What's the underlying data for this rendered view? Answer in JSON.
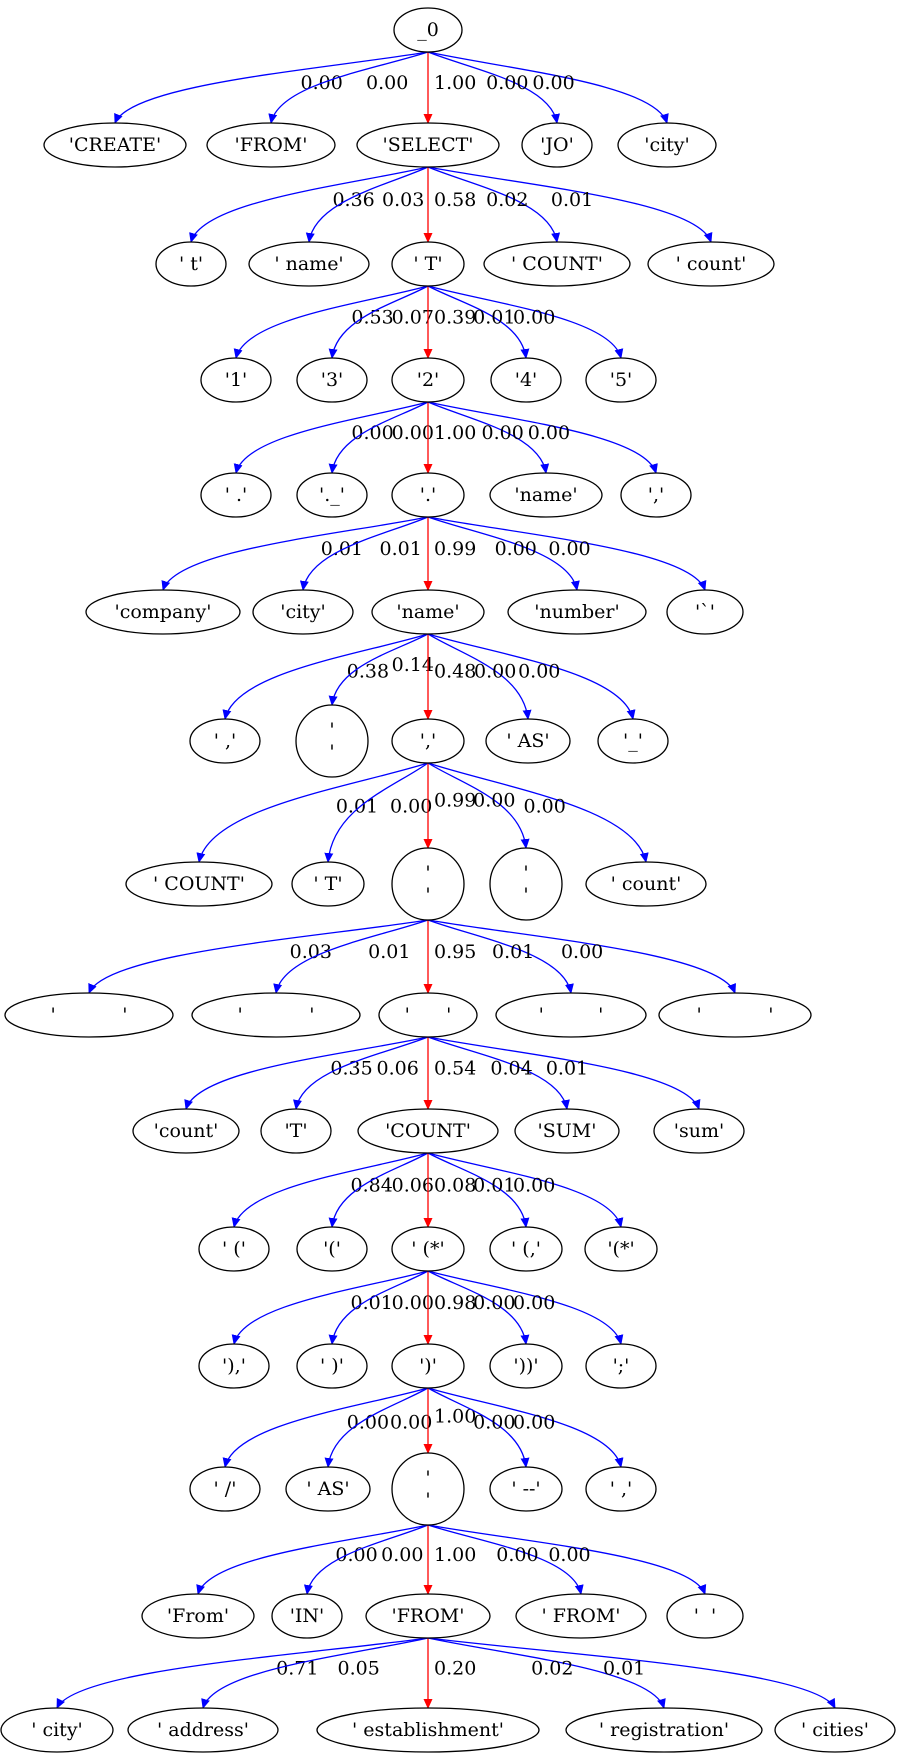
{
  "colors": {
    "chosen": "#ff0000",
    "alternative": "#0000ff"
  },
  "nodes": [
    {
      "id": "n0",
      "label": "_0"
    },
    {
      "id": "n1a",
      "label": "'CREATE'"
    },
    {
      "id": "n1b",
      "label": "'FROM'"
    },
    {
      "id": "n1c",
      "label": "'SELECT'"
    },
    {
      "id": "n1d",
      "label": "'JO'"
    },
    {
      "id": "n1e",
      "label": "'city'"
    },
    {
      "id": "n2a",
      "label": "' t'"
    },
    {
      "id": "n2b",
      "label": "' name'"
    },
    {
      "id": "n2c",
      "label": "' T'"
    },
    {
      "id": "n2d",
      "label": "' COUNT'"
    },
    {
      "id": "n2e",
      "label": "' count'"
    },
    {
      "id": "n3a",
      "label": "'1'"
    },
    {
      "id": "n3b",
      "label": "'3'"
    },
    {
      "id": "n3c",
      "label": "'2'"
    },
    {
      "id": "n3d",
      "label": "'4'"
    },
    {
      "id": "n3e",
      "label": "'5'"
    },
    {
      "id": "n4a",
      "label": "' .'"
    },
    {
      "id": "n4b",
      "label": "'._'"
    },
    {
      "id": "n4c",
      "label": "'.'"
    },
    {
      "id": "n4d",
      "label": "'name'"
    },
    {
      "id": "n4e",
      "label": "','"
    },
    {
      "id": "n5a",
      "label": "'company'"
    },
    {
      "id": "n5b",
      "label": "'city'"
    },
    {
      "id": "n5c",
      "label": "'name'"
    },
    {
      "id": "n5d",
      "label": "'number'"
    },
    {
      "id": "n5e",
      "label": "'`'"
    },
    {
      "id": "n6a",
      "label": "' ,'"
    },
    {
      "id": "n6b",
      "label": "'\n'"
    },
    {
      "id": "n6c",
      "label": "','"
    },
    {
      "id": "n6d",
      "label": "' AS'"
    },
    {
      "id": "n6e",
      "label": "'_'"
    },
    {
      "id": "n7a",
      "label": "' COUNT'"
    },
    {
      "id": "n7b",
      "label": "' T'"
    },
    {
      "id": "n7c",
      "label": "'\n'"
    },
    {
      "id": "n7d",
      "label": "'\n'"
    },
    {
      "id": "n7e",
      "label": "' count'"
    },
    {
      "id": "n8a",
      "label": "'           '"
    },
    {
      "id": "n8b",
      "label": "'           '"
    },
    {
      "id": "n8c",
      "label": "'      '"
    },
    {
      "id": "n8d",
      "label": "'         '"
    },
    {
      "id": "n8e",
      "label": "'           '"
    },
    {
      "id": "n9a",
      "label": "'count'"
    },
    {
      "id": "n9b",
      "label": "'T'"
    },
    {
      "id": "n9c",
      "label": "'COUNT'"
    },
    {
      "id": "n9d",
      "label": "'SUM'"
    },
    {
      "id": "n9e",
      "label": "'sum'"
    },
    {
      "id": "n10a",
      "label": "' ('"
    },
    {
      "id": "n10b",
      "label": "'('"
    },
    {
      "id": "n10c",
      "label": "' (*'"
    },
    {
      "id": "n10d",
      "label": "' (,'"
    },
    {
      "id": "n10e",
      "label": "'(*'"
    },
    {
      "id": "n11a",
      "label": "'),'"
    },
    {
      "id": "n11b",
      "label": "' )'"
    },
    {
      "id": "n11c",
      "label": "')'"
    },
    {
      "id": "n11d",
      "label": "'))'"
    },
    {
      "id": "n11e",
      "label": "';'"
    },
    {
      "id": "n12a",
      "label": "' /'"
    },
    {
      "id": "n12b",
      "label": "' AS'"
    },
    {
      "id": "n12c",
      "label": "'\n'"
    },
    {
      "id": "n12d",
      "label": "' --'"
    },
    {
      "id": "n12e",
      "label": "' ,'"
    },
    {
      "id": "n13a",
      "label": "'From'"
    },
    {
      "id": "n13b",
      "label": "'IN'"
    },
    {
      "id": "n13c",
      "label": "'FROM'"
    },
    {
      "id": "n13d",
      "label": "' FROM'"
    },
    {
      "id": "n13e",
      "label": "'  '"
    },
    {
      "id": "n14a",
      "label": "' city'"
    },
    {
      "id": "n14b",
      "label": "' address'"
    },
    {
      "id": "n14c",
      "label": "' establishment'"
    },
    {
      "id": "n14d",
      "label": "' registration'"
    },
    {
      "id": "n14e",
      "label": "' cities'"
    }
  ],
  "edges": [
    {
      "from": "n0",
      "to": "n1a",
      "prob": "0.00",
      "chosen": false
    },
    {
      "from": "n0",
      "to": "n1b",
      "prob": "0.00",
      "chosen": false
    },
    {
      "from": "n0",
      "to": "n1c",
      "prob": "1.00",
      "chosen": true
    },
    {
      "from": "n0",
      "to": "n1d",
      "prob": "0.00",
      "chosen": false
    },
    {
      "from": "n0",
      "to": "n1e",
      "prob": "0.00",
      "chosen": false
    },
    {
      "from": "n1c",
      "to": "n2a",
      "prob": "0.36",
      "chosen": false
    },
    {
      "from": "n1c",
      "to": "n2b",
      "prob": "0.03",
      "chosen": false
    },
    {
      "from": "n1c",
      "to": "n2c",
      "prob": "0.58",
      "chosen": true
    },
    {
      "from": "n1c",
      "to": "n2d",
      "prob": "0.02",
      "chosen": false
    },
    {
      "from": "n1c",
      "to": "n2e",
      "prob": "0.01",
      "chosen": false
    },
    {
      "from": "n2c",
      "to": "n3a",
      "prob": "0.53",
      "chosen": false
    },
    {
      "from": "n2c",
      "to": "n3b",
      "prob": "0.07",
      "chosen": false
    },
    {
      "from": "n2c",
      "to": "n3c",
      "prob": "0.39",
      "chosen": true
    },
    {
      "from": "n2c",
      "to": "n3d",
      "prob": "0.01",
      "chosen": false
    },
    {
      "from": "n2c",
      "to": "n3e",
      "prob": "0.00",
      "chosen": false
    },
    {
      "from": "n3c",
      "to": "n4a",
      "prob": "0.00",
      "chosen": false
    },
    {
      "from": "n3c",
      "to": "n4b",
      "prob": "0.00",
      "chosen": false
    },
    {
      "from": "n3c",
      "to": "n4c",
      "prob": "1.00",
      "chosen": true
    },
    {
      "from": "n3c",
      "to": "n4d",
      "prob": "0.00",
      "chosen": false
    },
    {
      "from": "n3c",
      "to": "n4e",
      "prob": "0.00",
      "chosen": false
    },
    {
      "from": "n4c",
      "to": "n5a",
      "prob": "0.01",
      "chosen": false
    },
    {
      "from": "n4c",
      "to": "n5b",
      "prob": "0.01",
      "chosen": false
    },
    {
      "from": "n4c",
      "to": "n5c",
      "prob": "0.99",
      "chosen": true
    },
    {
      "from": "n4c",
      "to": "n5d",
      "prob": "0.00",
      "chosen": false
    },
    {
      "from": "n4c",
      "to": "n5e",
      "prob": "0.00",
      "chosen": false
    },
    {
      "from": "n5c",
      "to": "n6a",
      "prob": "0.38",
      "chosen": false
    },
    {
      "from": "n5c",
      "to": "n6b",
      "prob": "0.14",
      "chosen": false
    },
    {
      "from": "n5c",
      "to": "n6c",
      "prob": "0.48",
      "chosen": true
    },
    {
      "from": "n5c",
      "to": "n6d",
      "prob": "0.00",
      "chosen": false
    },
    {
      "from": "n5c",
      "to": "n6e",
      "prob": "0.00",
      "chosen": false
    },
    {
      "from": "n6c",
      "to": "n7a",
      "prob": "0.01",
      "chosen": false
    },
    {
      "from": "n6c",
      "to": "n7b",
      "prob": "0.00",
      "chosen": false
    },
    {
      "from": "n6c",
      "to": "n7c",
      "prob": "0.99",
      "chosen": true
    },
    {
      "from": "n6c",
      "to": "n7d",
      "prob": "0.00",
      "chosen": false
    },
    {
      "from": "n6c",
      "to": "n7e",
      "prob": "0.00",
      "chosen": false
    },
    {
      "from": "n7c",
      "to": "n8a",
      "prob": "0.03",
      "chosen": false
    },
    {
      "from": "n7c",
      "to": "n8b",
      "prob": "0.01",
      "chosen": false
    },
    {
      "from": "n7c",
      "to": "n8c",
      "prob": "0.95",
      "chosen": true
    },
    {
      "from": "n7c",
      "to": "n8d",
      "prob": "0.01",
      "chosen": false
    },
    {
      "from": "n7c",
      "to": "n8e",
      "prob": "0.00",
      "chosen": false
    },
    {
      "from": "n8c",
      "to": "n9a",
      "prob": "0.35",
      "chosen": false
    },
    {
      "from": "n8c",
      "to": "n9b",
      "prob": "0.06",
      "chosen": false
    },
    {
      "from": "n8c",
      "to": "n9c",
      "prob": "0.54",
      "chosen": true
    },
    {
      "from": "n8c",
      "to": "n9d",
      "prob": "0.04",
      "chosen": false
    },
    {
      "from": "n8c",
      "to": "n9e",
      "prob": "0.01",
      "chosen": false
    },
    {
      "from": "n9c",
      "to": "n10a",
      "prob": "0.84",
      "chosen": false
    },
    {
      "from": "n9c",
      "to": "n10b",
      "prob": "0.06",
      "chosen": false
    },
    {
      "from": "n9c",
      "to": "n10c",
      "prob": "0.08",
      "chosen": true
    },
    {
      "from": "n9c",
      "to": "n10d",
      "prob": "0.01",
      "chosen": false
    },
    {
      "from": "n9c",
      "to": "n10e",
      "prob": "0.00",
      "chosen": false
    },
    {
      "from": "n10c",
      "to": "n11a",
      "prob": "0.01",
      "chosen": false
    },
    {
      "from": "n10c",
      "to": "n11b",
      "prob": "0.00",
      "chosen": false
    },
    {
      "from": "n10c",
      "to": "n11c",
      "prob": "0.98",
      "chosen": true
    },
    {
      "from": "n10c",
      "to": "n11d",
      "prob": "0.00",
      "chosen": false
    },
    {
      "from": "n10c",
      "to": "n11e",
      "prob": "0.00",
      "chosen": false
    },
    {
      "from": "n11c",
      "to": "n12a",
      "prob": "0.00",
      "chosen": false
    },
    {
      "from": "n11c",
      "to": "n12b",
      "prob": "0.00",
      "chosen": false
    },
    {
      "from": "n11c",
      "to": "n12c",
      "prob": "1.00",
      "chosen": true
    },
    {
      "from": "n11c",
      "to": "n12d",
      "prob": "0.00",
      "chosen": false
    },
    {
      "from": "n11c",
      "to": "n12e",
      "prob": "0.00",
      "chosen": false
    },
    {
      "from": "n12c",
      "to": "n13a",
      "prob": "0.00",
      "chosen": false
    },
    {
      "from": "n12c",
      "to": "n13b",
      "prob": "0.00",
      "chosen": false
    },
    {
      "from": "n12c",
      "to": "n13c",
      "prob": "1.00",
      "chosen": true
    },
    {
      "from": "n12c",
      "to": "n13d",
      "prob": "0.00",
      "chosen": false
    },
    {
      "from": "n12c",
      "to": "n13e",
      "prob": "0.00",
      "chosen": false
    },
    {
      "from": "n13c",
      "to": "n14a",
      "prob": "0.71",
      "chosen": false
    },
    {
      "from": "n13c",
      "to": "n14b",
      "prob": "0.05",
      "chosen": false
    },
    {
      "from": "n13c",
      "to": "n14c",
      "prob": "0.20",
      "chosen": true
    },
    {
      "from": "n13c",
      "to": "n14d",
      "prob": "0.02",
      "chosen": false
    },
    {
      "from": "n13c",
      "to": "n14e",
      "prob": "0.01",
      "chosen": false
    }
  ]
}
